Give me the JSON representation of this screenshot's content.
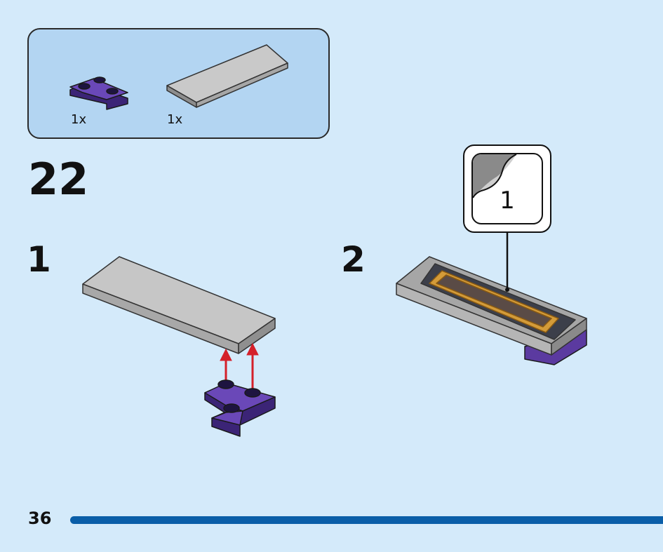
{
  "parts_list": [
    {
      "quantity": "1x",
      "part": "purple corner plate"
    },
    {
      "quantity": "1x",
      "part": "light gray tile"
    }
  ],
  "step": {
    "number": "22"
  },
  "substeps": [
    {
      "number": "1"
    },
    {
      "number": "2"
    }
  ],
  "sticker": {
    "number": "1"
  },
  "page": {
    "number": "36"
  },
  "colors": {
    "purple": "#5b3aa0",
    "gray": "#a6a6a6",
    "arrow": "#d4202a",
    "bar": "#0a5ea8"
  }
}
